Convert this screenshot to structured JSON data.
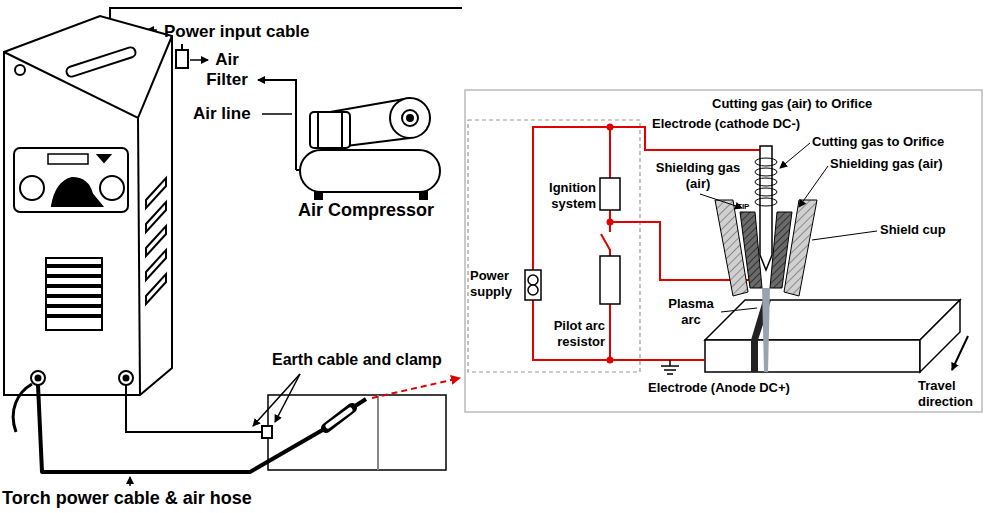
{
  "diagram": {
    "labels": [
      "Power input cable",
      "Air Filter",
      "Air line",
      "Air Compressor",
      "Earth cable and clamp",
      "Torch power cable & air hose",
      "Cutting gas (air) to Orifice",
      "Electrode (cathode DC-)",
      "Cutting gas to Orifice",
      "Shielding gas (air)",
      "Ignition system",
      "Shielding gas (air)",
      "TIP",
      "Shield cup",
      "Power supply",
      "Pilot arc resistor",
      "Plasma arc",
      "Electrode (Anode DC+)",
      "Travel direction"
    ]
  }
}
